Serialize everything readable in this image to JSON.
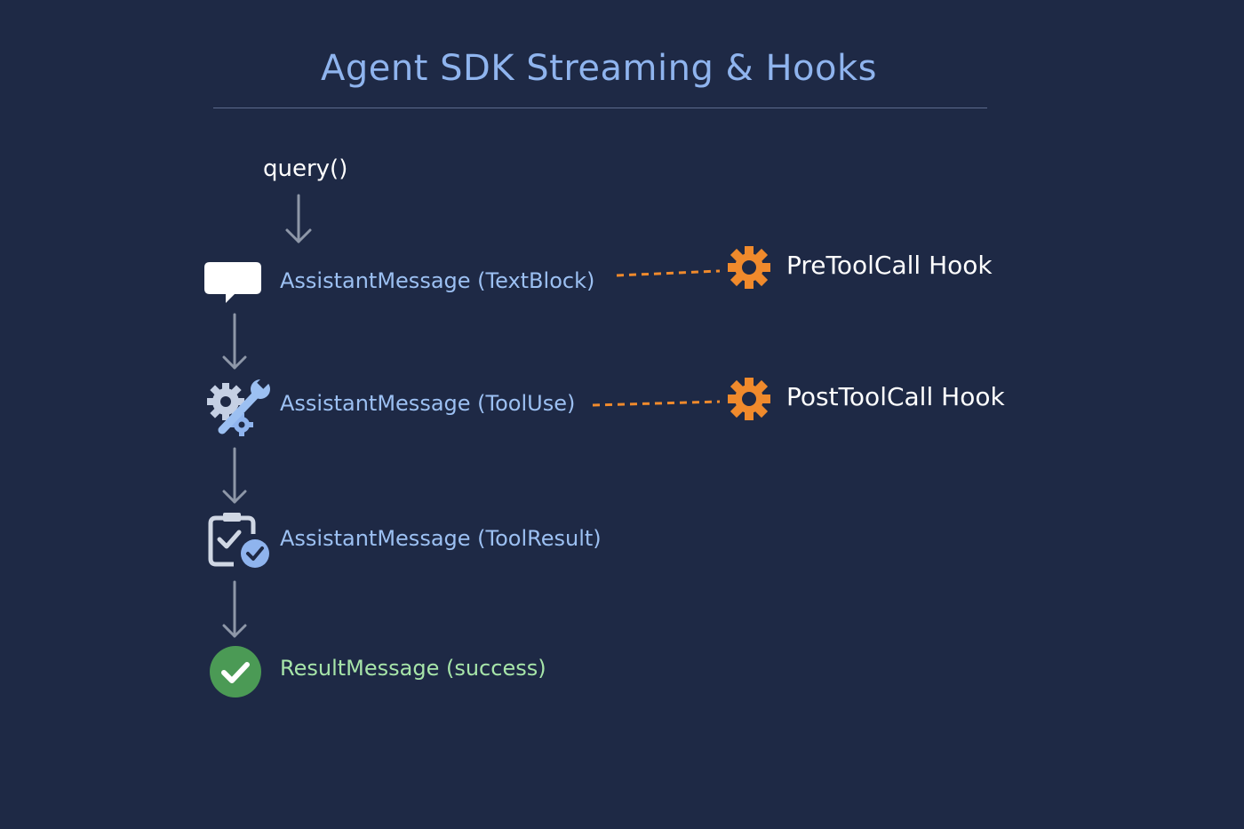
{
  "title": "Agent SDK Streaming & Hooks",
  "start": "query()",
  "flow": [
    {
      "icon": "chat-bubble-icon",
      "label": "AssistantMessage (TextBlock)"
    },
    {
      "icon": "gear-wrench-icon",
      "label": "AssistantMessage (ToolUse)"
    },
    {
      "icon": "clipboard-check-icon",
      "label": "AssistantMessage (ToolResult)"
    },
    {
      "icon": "success-check-icon",
      "label": "ResultMessage (success)"
    }
  ],
  "hooks": [
    {
      "icon": "gear-icon",
      "label": "PreToolCall Hook",
      "connects_to": "AssistantMessage (TextBlock)"
    },
    {
      "icon": "gear-icon",
      "label": "PostToolCall Hook",
      "connects_to": "AssistantMessage (ToolUse)"
    }
  ],
  "colors": {
    "background": "#1e2945",
    "title": "#8fb4ee",
    "message_text": "#9cc0f2",
    "success_text": "#a7e5a9",
    "hook_accent": "#f08a2c",
    "arrow": "#8e97a8",
    "success_badge": "#4b9a55"
  }
}
